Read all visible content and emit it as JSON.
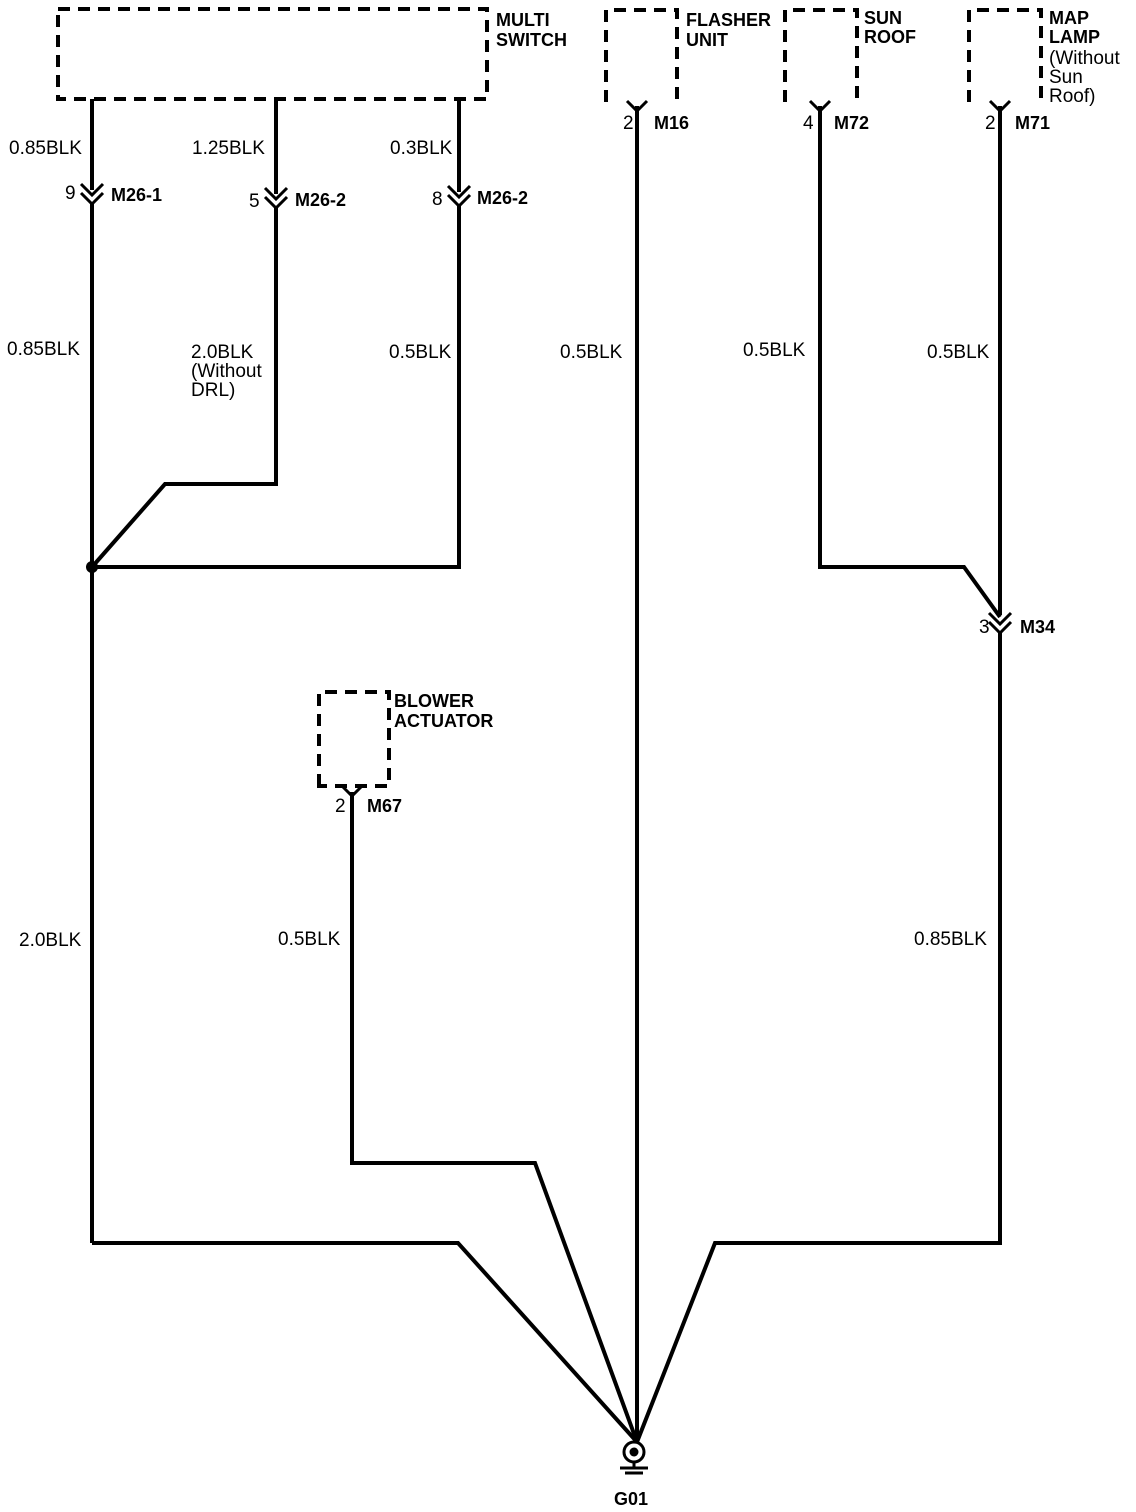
{
  "components": {
    "multi_switch": [
      "MULTI",
      "SWITCH"
    ],
    "flasher_unit": [
      "FLASHER",
      "UNIT"
    ],
    "sun_roof": [
      "SUN",
      "ROOF"
    ],
    "map_lamp": [
      "MAP",
      "LAMP",
      "(Without",
      "Sun",
      "Roof)"
    ],
    "blower_actuator": [
      "BLOWER",
      "ACTUATOR"
    ]
  },
  "connectors": {
    "m26_1": {
      "pin": "9",
      "name": "M26-1"
    },
    "m26_2a": {
      "pin": "5",
      "name": "M26-2"
    },
    "m26_2b": {
      "pin": "8",
      "name": "M26-2"
    },
    "m16": {
      "pin": "2",
      "name": "M16"
    },
    "m72": {
      "pin": "4",
      "name": "M72"
    },
    "m71": {
      "pin": "2",
      "name": "M71"
    },
    "m34": {
      "pin": "3",
      "name": "M34"
    },
    "m67": {
      "pin": "2",
      "name": "M67"
    }
  },
  "wires": {
    "w1_top": "0.85BLK",
    "w2_top": "1.25BLK",
    "w3_top": "0.3BLK",
    "w1_mid": "0.85BLK",
    "w2_mid": [
      "2.0BLK",
      "(Without",
      "DRL)"
    ],
    "w3_mid": "0.5BLK",
    "flasher": "0.5BLK",
    "sunroof": "0.5BLK",
    "maplamp": "0.5BLK",
    "main_left": "2.0BLK",
    "blower": "0.5BLK",
    "main_right": "0.85BLK"
  },
  "ground": "G01"
}
